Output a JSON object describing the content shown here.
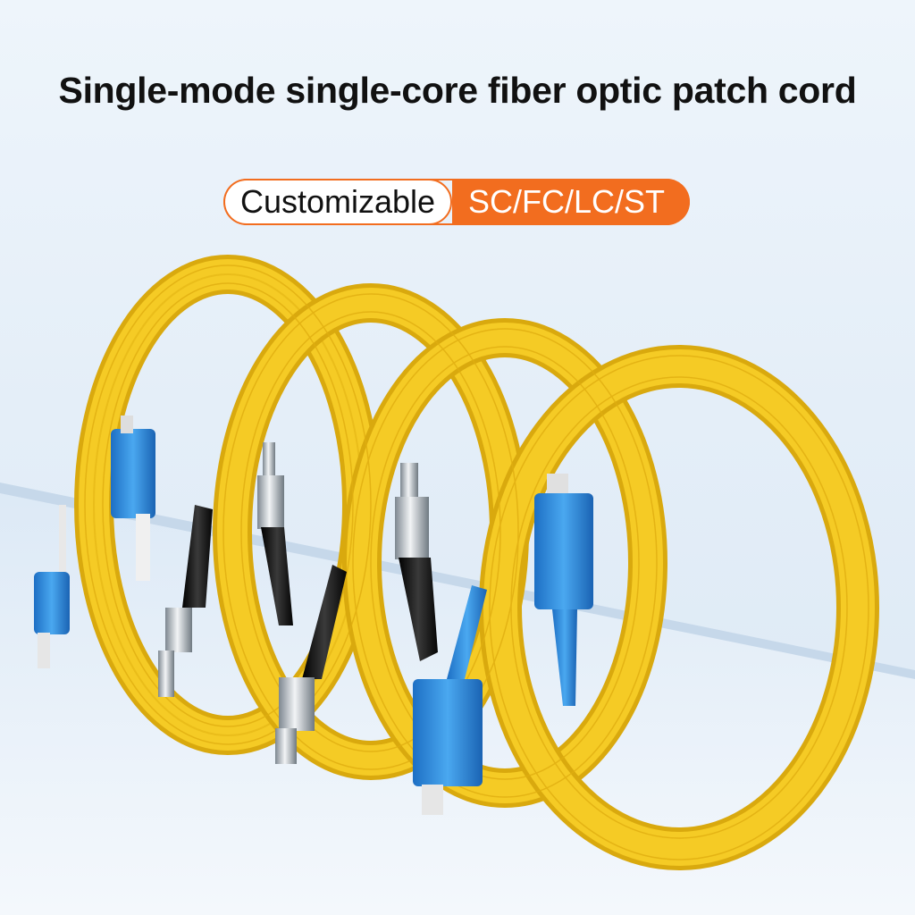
{
  "header": {
    "title": "Single-mode single-core fiber optic patch cord"
  },
  "badge": {
    "left_label": "Customizable",
    "right_label": "SC/FC/LC/ST"
  },
  "colors": {
    "cable_yellow": "#f2c21a",
    "accent_orange": "#f26d1f",
    "connector_blue": "#2f8fe0",
    "connector_black": "#1a1a1a"
  },
  "product_image": {
    "coils": [
      {
        "connector_type": "LC",
        "connector_color": "blue"
      },
      {
        "connector_type": "ST",
        "connector_color": "black"
      },
      {
        "connector_type": "FC",
        "connector_color": "black"
      },
      {
        "connector_type": "SC",
        "connector_color": "blue"
      }
    ]
  }
}
